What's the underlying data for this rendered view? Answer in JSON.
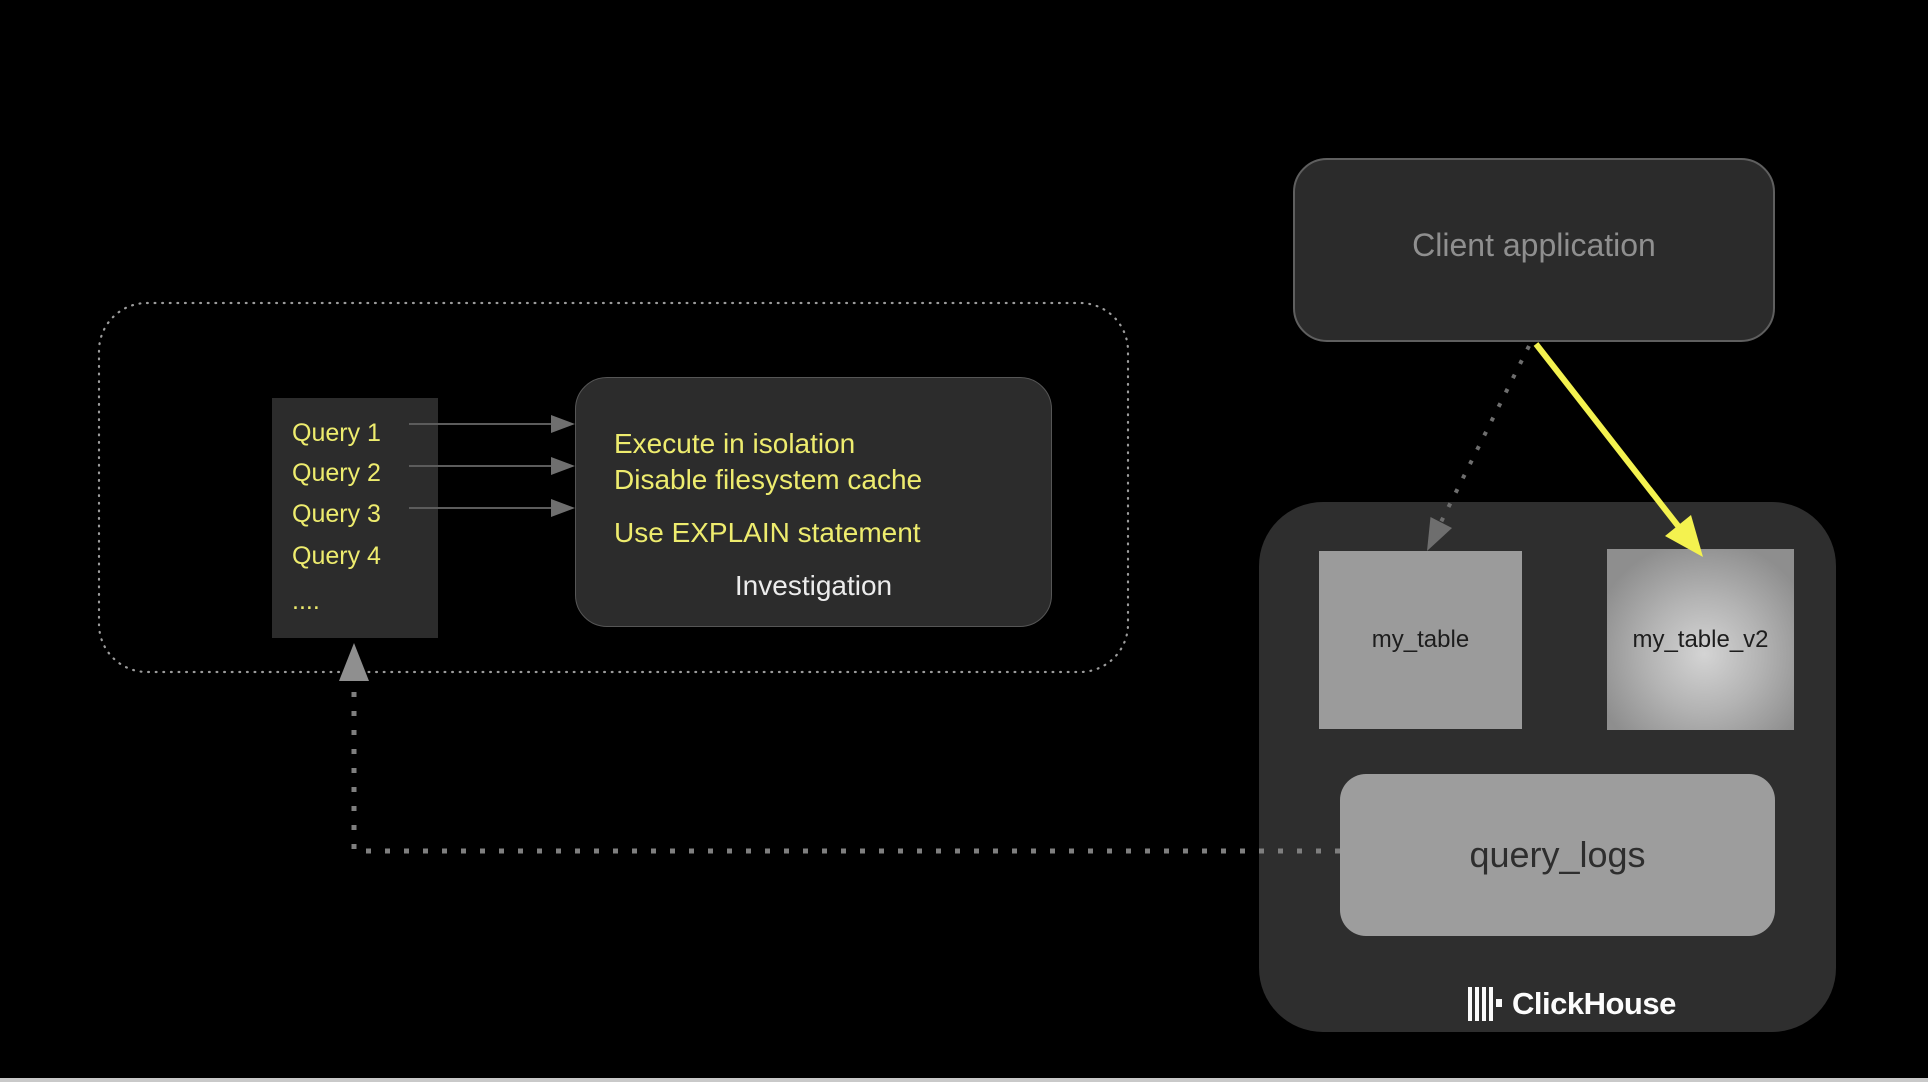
{
  "colors": {
    "background": "#000000",
    "panel_dark": "#2c2c2c",
    "container_dark": "#2e2e2e",
    "table_gray": "#9b9b9b",
    "yellow_text": "#eeec6e",
    "yellow_arrow": "#f4f24f",
    "muted_gray_text": "#8f8f8f",
    "white_text": "#ececec",
    "dotted_line_gray": "#9c9c9c"
  },
  "investigation_group": {
    "queries": {
      "items": [
        "Query 1",
        "Query 2",
        "Query 3",
        "Query 4",
        "...."
      ]
    },
    "investigation": {
      "techniques": [
        "Execute in isolation",
        "Disable filesystem cache",
        "Use EXPLAIN statement"
      ],
      "caption": "Investigation"
    }
  },
  "client": {
    "label": "Client application"
  },
  "clickhouse": {
    "brand": "ClickHouse",
    "tables": {
      "left": "my_table",
      "right": "my_table_v2"
    },
    "logs_label": "query_logs"
  }
}
